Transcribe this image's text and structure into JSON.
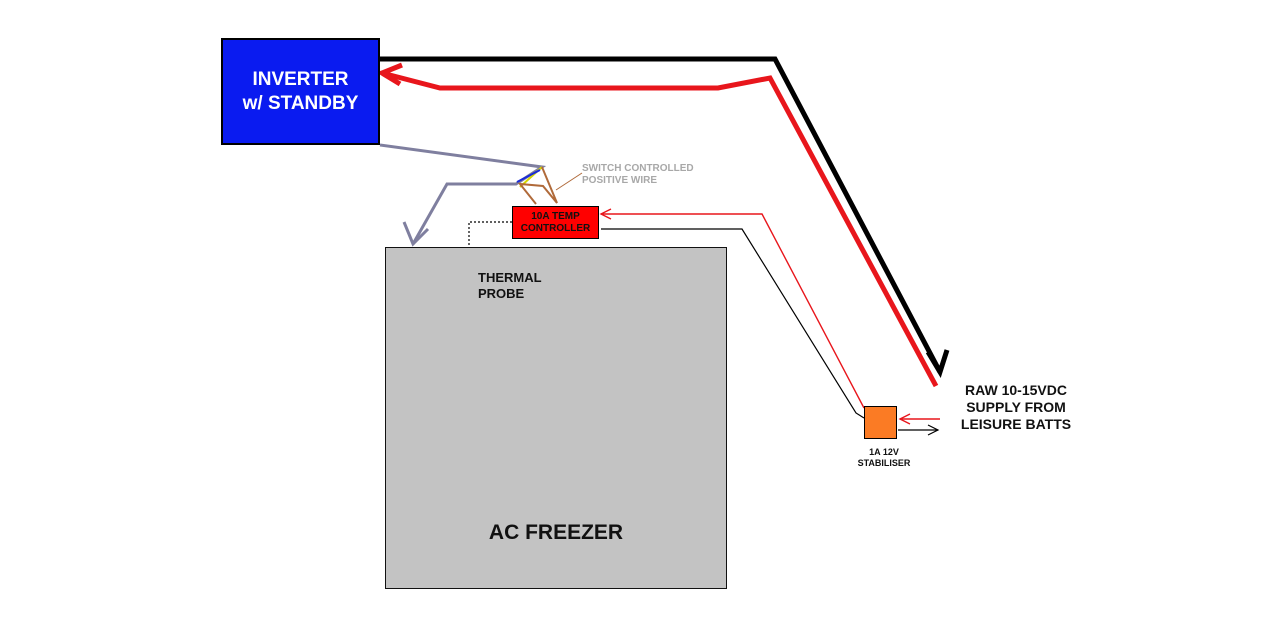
{
  "inverter": {
    "label": "INVERTER\nw/ STANDBY",
    "color": "#0a1bf0"
  },
  "freezer": {
    "label": "AC FREEZER",
    "color": "#c3c3c3"
  },
  "controller": {
    "label": "10A TEMP\nCONTROLLER",
    "color": "#ff0000"
  },
  "probe": {
    "label": "THERMAL\nPROBE"
  },
  "switch_wire": {
    "label": "SWITCH CONTROLLED\nPOSITIVE WIRE"
  },
  "supply": {
    "label": "RAW 10-15VDC\nSUPPLY FROM\nLEISURE BATTS"
  },
  "stabiliser": {
    "label": "1A 12V\nSTABILISER",
    "color": "#fb7b24"
  },
  "colors": {
    "positive": "#e8161c",
    "negative": "#000000",
    "ac_cable": "#7f7f9f",
    "switch_wire": "#b06a3a"
  }
}
